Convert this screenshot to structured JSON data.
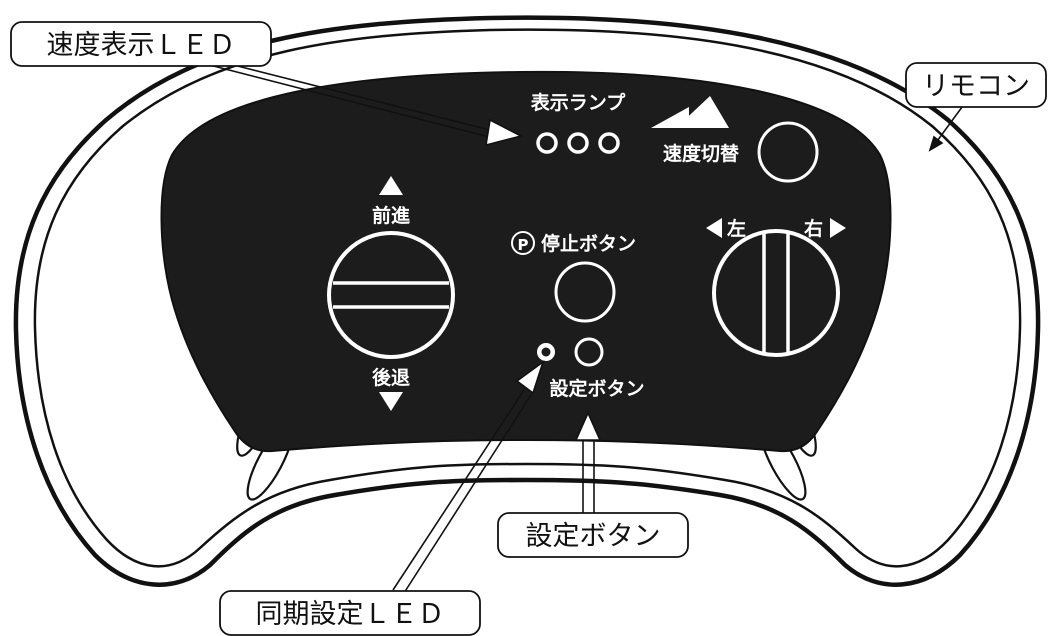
{
  "colors": {
    "ink": "#111111",
    "panel": "#1c1c1c",
    "paper": "#ffffff"
  },
  "callouts": {
    "speed_led": "速度表示ＬＥＤ",
    "remote": "リモコン",
    "set_button": "設定ボタン",
    "sync_led": "同期設定ＬＥＤ"
  },
  "panel": {
    "indicator_lamp": "表示ランプ",
    "speed_switch": "速度切替",
    "forward": "前進",
    "backward": "後退",
    "stop_button": "停止ボタン",
    "stop_symbol": "P",
    "left": "左",
    "right": "右",
    "set_button": "設定ボタン"
  },
  "icons": {
    "up": "triangle-up-icon",
    "down": "triangle-down-icon",
    "left": "triangle-left-icon",
    "right": "triangle-right-icon",
    "speed": "speed-steps-icon"
  }
}
